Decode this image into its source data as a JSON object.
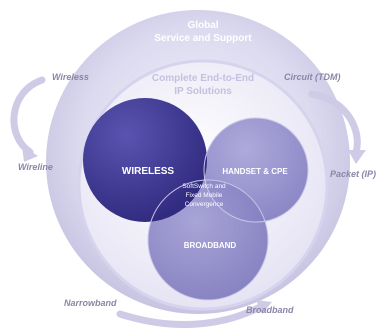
{
  "outer_ring": {
    "title_line1": "Global",
    "title_line2": "Service and Support"
  },
  "inner_ring": {
    "title_line1": "Complete End-to-End",
    "title_line2": "IP Solutions"
  },
  "circles": {
    "wireless": "WIRELESS",
    "handset": "HANDSET & CPE",
    "broadband": "BROADBAND"
  },
  "center": {
    "line1": "SoftSwitch and",
    "line2": "Fixed Mobile",
    "line3": "Convergence"
  },
  "arrows": {
    "wireless": "Wireless",
    "wireline": "Wireline",
    "circuit": "Circuit (TDM)",
    "packet": "Packet (IP)",
    "narrowband": "Narrowband",
    "broadband": "Broadband"
  },
  "colors": {
    "ring_text": "#ffffff",
    "side_label": "#8a86a6",
    "wireless_circle": "#3b3590",
    "handset_circle": "#8e89c8",
    "broadband_circle": "#8581c0"
  }
}
